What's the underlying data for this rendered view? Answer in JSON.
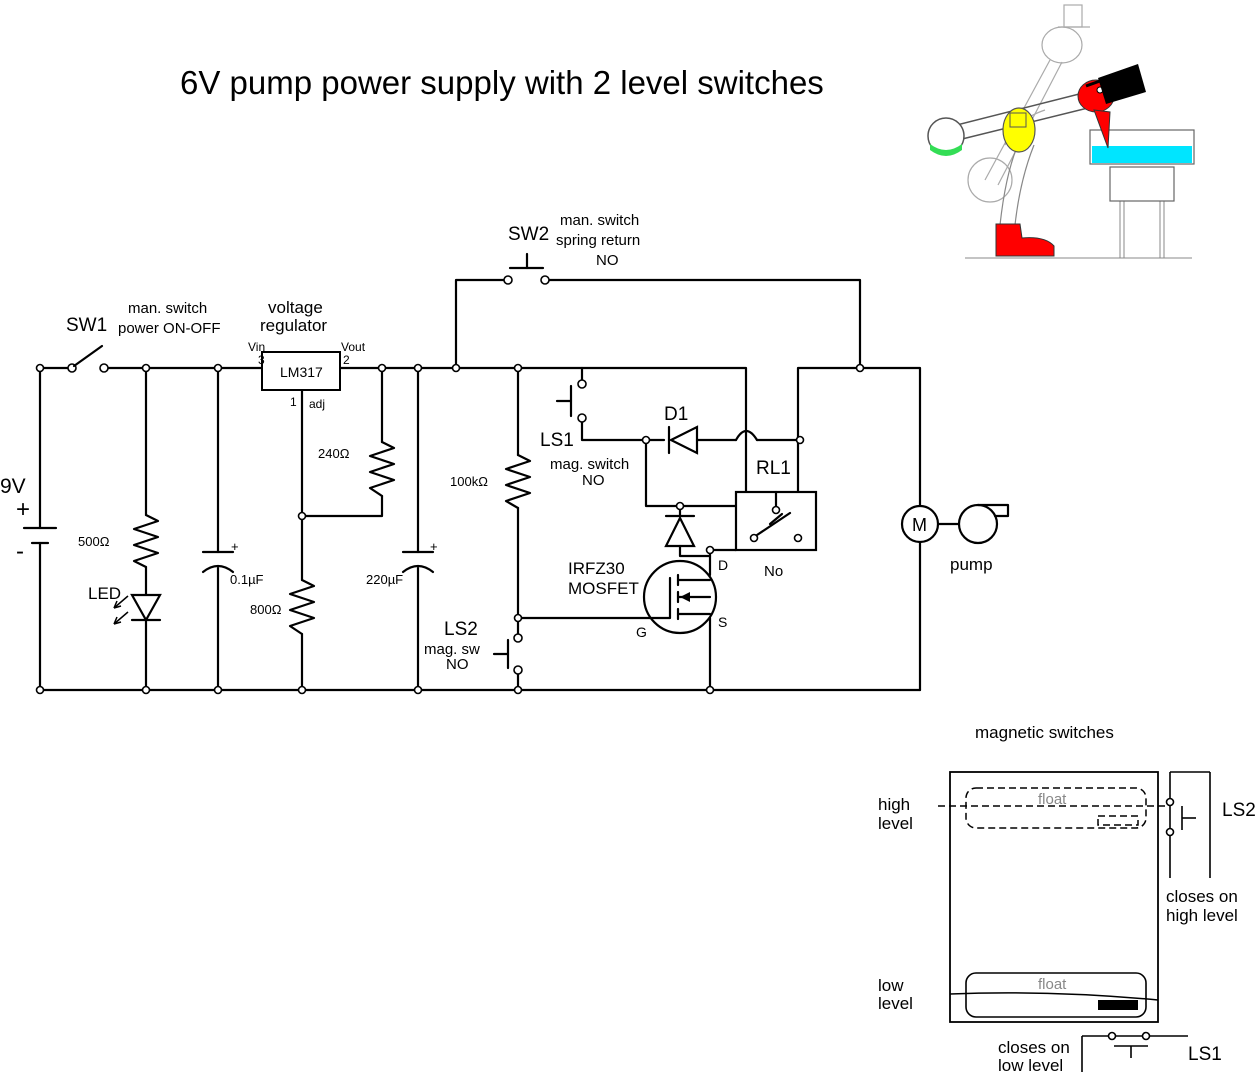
{
  "title": "6V pump power supply with 2 level switches",
  "battery": {
    "voltage": "9V",
    "plus": "+",
    "minus": "-"
  },
  "sw1": {
    "name": "SW1",
    "desc1": "man. switch",
    "desc2": "power ON-OFF"
  },
  "sw2": {
    "name": "SW2",
    "desc1": "man. switch",
    "desc2": "spring return",
    "desc3": "NO"
  },
  "regulator": {
    "title1": "voltage",
    "title2": "regulator",
    "part": "LM317",
    "vin": "Vin",
    "vin_pin": "3",
    "vout": "Vout",
    "vout_pin": "2",
    "adj_pin": "1",
    "adj": "adj"
  },
  "components": {
    "r_led": "500Ω",
    "led": "LED",
    "c1": "0.1µF",
    "c1_plus": "+",
    "r_240": "240Ω",
    "r_800": "800Ω",
    "c2": "220µF",
    "c2_plus": "+",
    "r_100k": "100kΩ",
    "d1": "D1"
  },
  "ls1": {
    "name": "LS1",
    "desc1": "mag. switch",
    "desc2": "NO"
  },
  "ls2": {
    "name": "LS2",
    "desc1": "mag. sw",
    "desc2": "NO"
  },
  "mosfet": {
    "name1": "IRFZ30",
    "name2": "MOSFET",
    "d": "D",
    "g": "G",
    "s": "S"
  },
  "relay": {
    "name": "RL1",
    "type": "No"
  },
  "motor": {
    "symbol": "M",
    "label": "pump"
  },
  "inset": {
    "title": "magnetic switches",
    "float_label": "float",
    "high_level_1": "high",
    "high_level_2": "level",
    "low_level_1": "low",
    "low_level_2": "level",
    "ls2": "LS2",
    "ls2_closes_1": "closes on",
    "ls2_closes_2": "high level",
    "ls1": "LS1",
    "ls1_closes_1": "closes on",
    "ls1_closes_2": "low level"
  },
  "colors": {
    "bird_head": "#ff0000",
    "bird_body_bulb": "#ffff00",
    "water": "#00e5ff",
    "tail_liquid": "#33dd55",
    "boot": "#ff0000",
    "hat": "#000000"
  }
}
